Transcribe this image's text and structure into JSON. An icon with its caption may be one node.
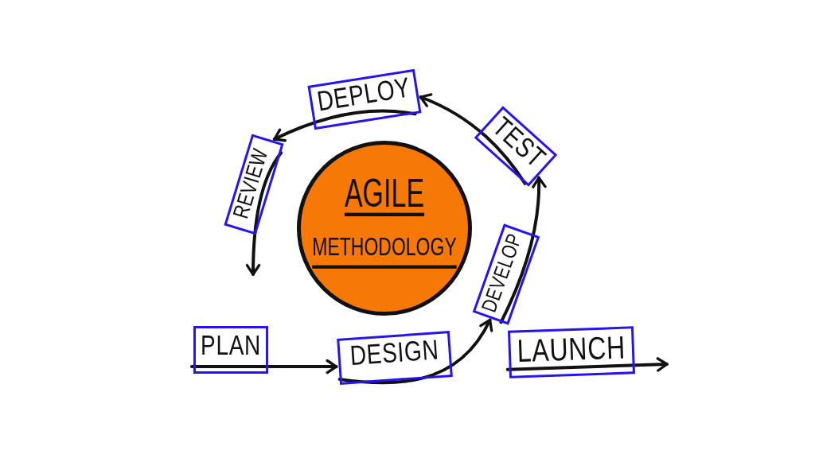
{
  "diagram": {
    "nodes": [
      {
        "text": [
          "AGILE",
          "METHODOLOGY"
        ]
      },
      {
        "text": [
          "PLAN"
        ]
      },
      {
        "text": [
          "DESIGN"
        ]
      },
      {
        "text": [
          "DEVELOP"
        ]
      },
      {
        "text": [
          "TEST"
        ]
      },
      {
        "text": [
          "DEPLOY"
        ]
      },
      {
        "text": [
          "REVIEW"
        ]
      },
      {
        "text": [
          "LAUNCH"
        ]
      }
    ],
    "edges": [
      {
        "from": 1,
        "to": 2,
        "arrow": "to"
      },
      {
        "from": 2,
        "to": 3,
        "arrow": "to"
      },
      {
        "from": 3,
        "to": 4,
        "arrow": "to"
      },
      {
        "from": 4,
        "to": 5,
        "arrow": "to"
      },
      {
        "from": 5,
        "to": 6,
        "arrow": "to"
      },
      {
        "from": 6,
        "to": null,
        "arrow": "to"
      },
      {
        "from": 7,
        "to": null,
        "arrow": "to"
      }
    ]
  }
}
